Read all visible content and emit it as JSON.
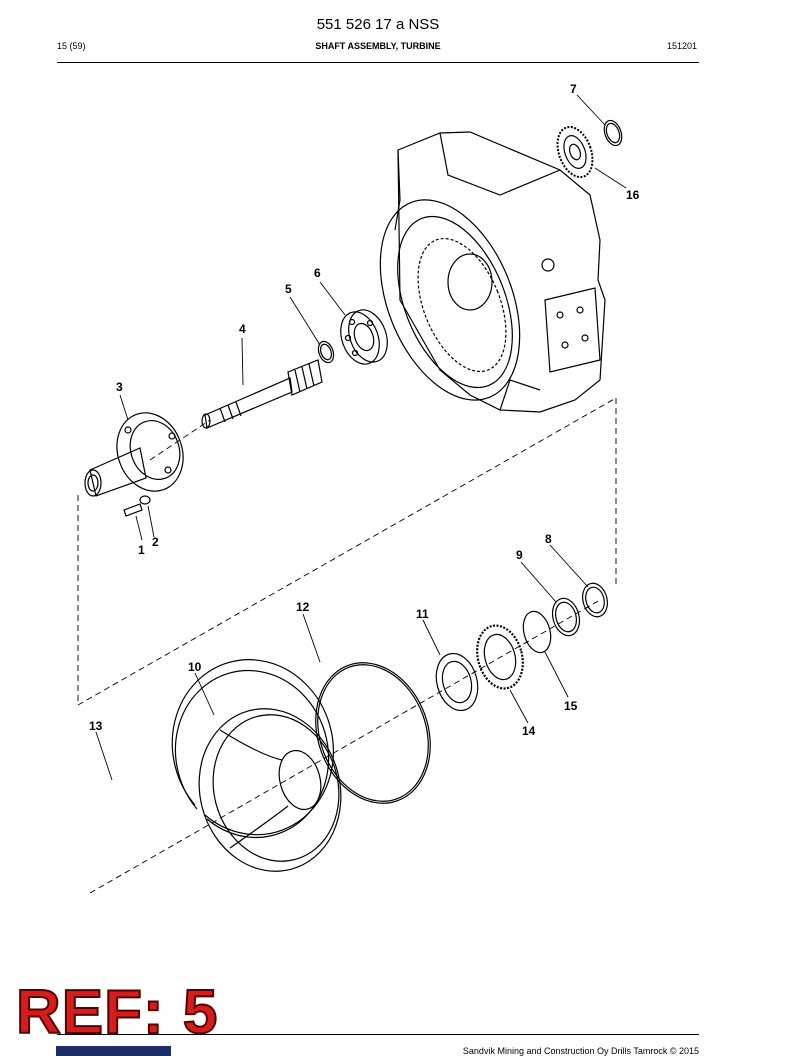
{
  "document": {
    "title": "551 526 17 a NSS",
    "page": "15 (59)",
    "heading": "SHAFT ASSEMBLY, TURBINE",
    "code": "151201"
  },
  "callouts": [
    "1",
    "2",
    "3",
    "4",
    "5",
    "6",
    "7",
    "8",
    "9",
    "10",
    "11",
    "12",
    "13",
    "14",
    "15",
    "16"
  ],
  "stamp": "REF: 5",
  "footer": "Sandvik Mining and Construction Oy Drills Tamrock © 2015",
  "colors": {
    "stamp_fill": "#d41d1d",
    "stamp_outline": "#5a0000",
    "logo": "#1d2d6a"
  }
}
